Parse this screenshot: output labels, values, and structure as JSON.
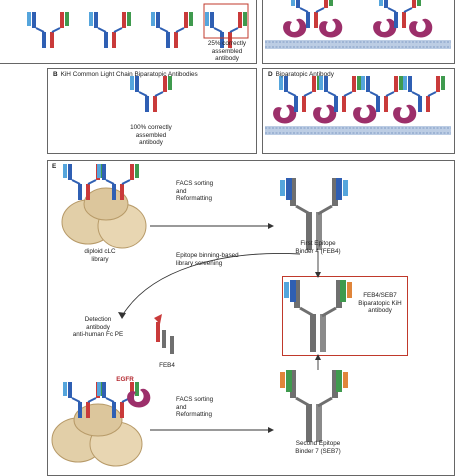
{
  "panels": {
    "A": {
      "caption": "25% correctly\nassembled\nantibody"
    },
    "B": {
      "letter": "B",
      "title": "KiH Common Light Chain  Biparatopic Antibodies",
      "caption": "100% correctly\nassembled\nantibody"
    },
    "C": {},
    "D": {
      "letter": "D",
      "title": "Biparatopic Antibody"
    },
    "E": {
      "letter": "E",
      "library_label": "diploid cLC\nlibrary",
      "facs_top": "FACS sorting\nand\nReformatting",
      "feb4_label": "First Epitope\nBinder 4 (FEB4)",
      "screening_label": "Epitope binning-based\nlibrary screening",
      "detection_label": "Detection\nantibody\nanti-human Fc PE",
      "feb4_small": "FEB4",
      "egfr_label": "EGFR",
      "result_label": "FEB4/SEB7\nBiparatopic KiH\nantibody",
      "facs_bottom": "FACS sorting\nand\nReformatting",
      "seb7_label": "Second Epitope\nBinder 7 (SEB7)"
    }
  },
  "colors": {
    "heavy_blue": "#2f5fb3",
    "heavy_red": "#c93a3a",
    "heavy_gray": "#6f6f6f",
    "light_blue": "#55a5dc",
    "light_green": "#3f9a4e",
    "light_orange": "#e0853a",
    "egfr": "#9c2f6a",
    "cell": "#e2cfa8",
    "membrane": "#9fb8d8",
    "box_red": "#c0392b"
  }
}
